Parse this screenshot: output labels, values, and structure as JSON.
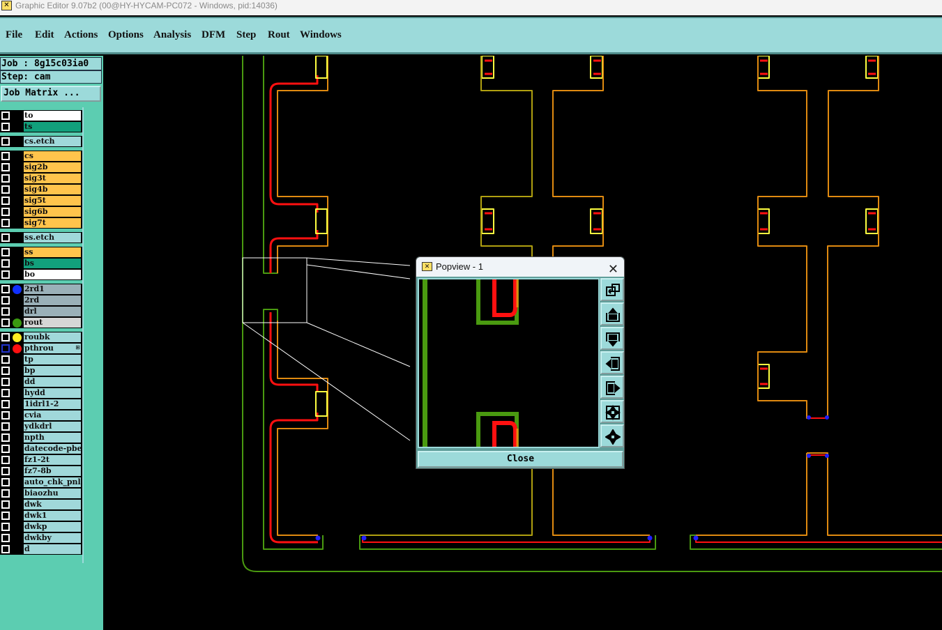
{
  "window": {
    "title": "Graphic Editor 9.07b2 (00@HY-HYCAM-PC072 - Windows, pid:14036)"
  },
  "menu": [
    "File",
    "Edit",
    "Actions",
    "Options",
    "Analysis",
    "DFM",
    "Step",
    "Rout",
    "Windows"
  ],
  "job": {
    "job_label": "Job : 8g15c03ia0",
    "step_label": "Step: cam",
    "matrix_button": "Job Matrix ..."
  },
  "layers": [
    {
      "name": "to",
      "bg": "#ffffff",
      "group": 0
    },
    {
      "name": "ts",
      "bg": "#12a07c",
      "group": 0
    },
    {
      "name": "cs.etch",
      "bg": "#a0d8da",
      "group": 1
    },
    {
      "name": "cs",
      "bg": "#ffc44c",
      "group": 2
    },
    {
      "name": "sig2b",
      "bg": "#ffc44c",
      "group": 2
    },
    {
      "name": "sig3t",
      "bg": "#ffc44c",
      "group": 2
    },
    {
      "name": "sig4b",
      "bg": "#ffc44c",
      "group": 2
    },
    {
      "name": "sig5t",
      "bg": "#ffc44c",
      "group": 2
    },
    {
      "name": "sig6b",
      "bg": "#ffc44c",
      "group": 2
    },
    {
      "name": "sig7t",
      "bg": "#ffc44c",
      "group": 2
    },
    {
      "name": "ss.etch",
      "bg": "#a0d8da",
      "group": 3
    },
    {
      "name": "ss",
      "bg": "#ffc44c",
      "group": 4
    },
    {
      "name": "bs",
      "bg": "#12a07c",
      "group": 4
    },
    {
      "name": "bo",
      "bg": "#ffffff",
      "group": 4
    },
    {
      "name": "2rd1",
      "bg": "#9ab0b8",
      "group": 5,
      "dot": "#1030ff"
    },
    {
      "name": "2rd",
      "bg": "#9ab0b8",
      "group": 5
    },
    {
      "name": "drl",
      "bg": "#9ab0b8",
      "group": 5
    },
    {
      "name": "rout",
      "bg": "#d6d6d6",
      "group": 5,
      "dot": "#3a9a10"
    },
    {
      "name": "roubk",
      "bg": "#a0d8da",
      "group": 6,
      "dot": "#ffee22"
    },
    {
      "name": "pthrou",
      "bg": "#a0d8da",
      "group": 6,
      "dot": "#ff1010",
      "selected": true,
      "mark": "⊞"
    },
    {
      "name": "tp",
      "bg": "#a0d8da",
      "group": 6
    },
    {
      "name": "bp",
      "bg": "#a0d8da",
      "group": 6
    },
    {
      "name": "dd",
      "bg": "#a0d8da",
      "group": 6
    },
    {
      "name": "hydd",
      "bg": "#a0d8da",
      "group": 6
    },
    {
      "name": "1idrl1-2",
      "bg": "#a0d8da",
      "group": 6
    },
    {
      "name": "cvia",
      "bg": "#a0d8da",
      "group": 6
    },
    {
      "name": "ydkdrl",
      "bg": "#a0d8da",
      "group": 6
    },
    {
      "name": "npth",
      "bg": "#a0d8da",
      "group": 6
    },
    {
      "name": "datecode-pbe",
      "bg": "#a0d8da",
      "group": 6
    },
    {
      "name": "fz1-2t",
      "bg": "#a0d8da",
      "group": 6
    },
    {
      "name": "fz7-8b",
      "bg": "#a0d8da",
      "group": 6
    },
    {
      "name": "auto_chk_pnl",
      "bg": "#a0d8da",
      "group": 6
    },
    {
      "name": "biaozhu",
      "bg": "#a0d8da",
      "group": 6
    },
    {
      "name": "dwk",
      "bg": "#a0d8da",
      "group": 6
    },
    {
      "name": "dwk1",
      "bg": "#a0d8da",
      "group": 6
    },
    {
      "name": "dwkp",
      "bg": "#a0d8da",
      "group": 6
    },
    {
      "name": "dwkby",
      "bg": "#a0d8da",
      "group": 6
    },
    {
      "name": "d",
      "bg": "#a0d8da",
      "group": 6
    }
  ],
  "popup": {
    "title": "Popview - 1",
    "close_label": "Close",
    "buttons": [
      "zoom-home-icon",
      "pan-up-icon",
      "pan-down-icon",
      "pan-left-icon",
      "pan-right-icon",
      "zoom-in-icon",
      "zoom-out-icon"
    ]
  },
  "colors": {
    "rout": "#4a9a10",
    "red": "#ff1010",
    "orange": "#e08a10",
    "olive": "#b0a010",
    "yellow": "#ffff40",
    "via": "#2020ff"
  }
}
